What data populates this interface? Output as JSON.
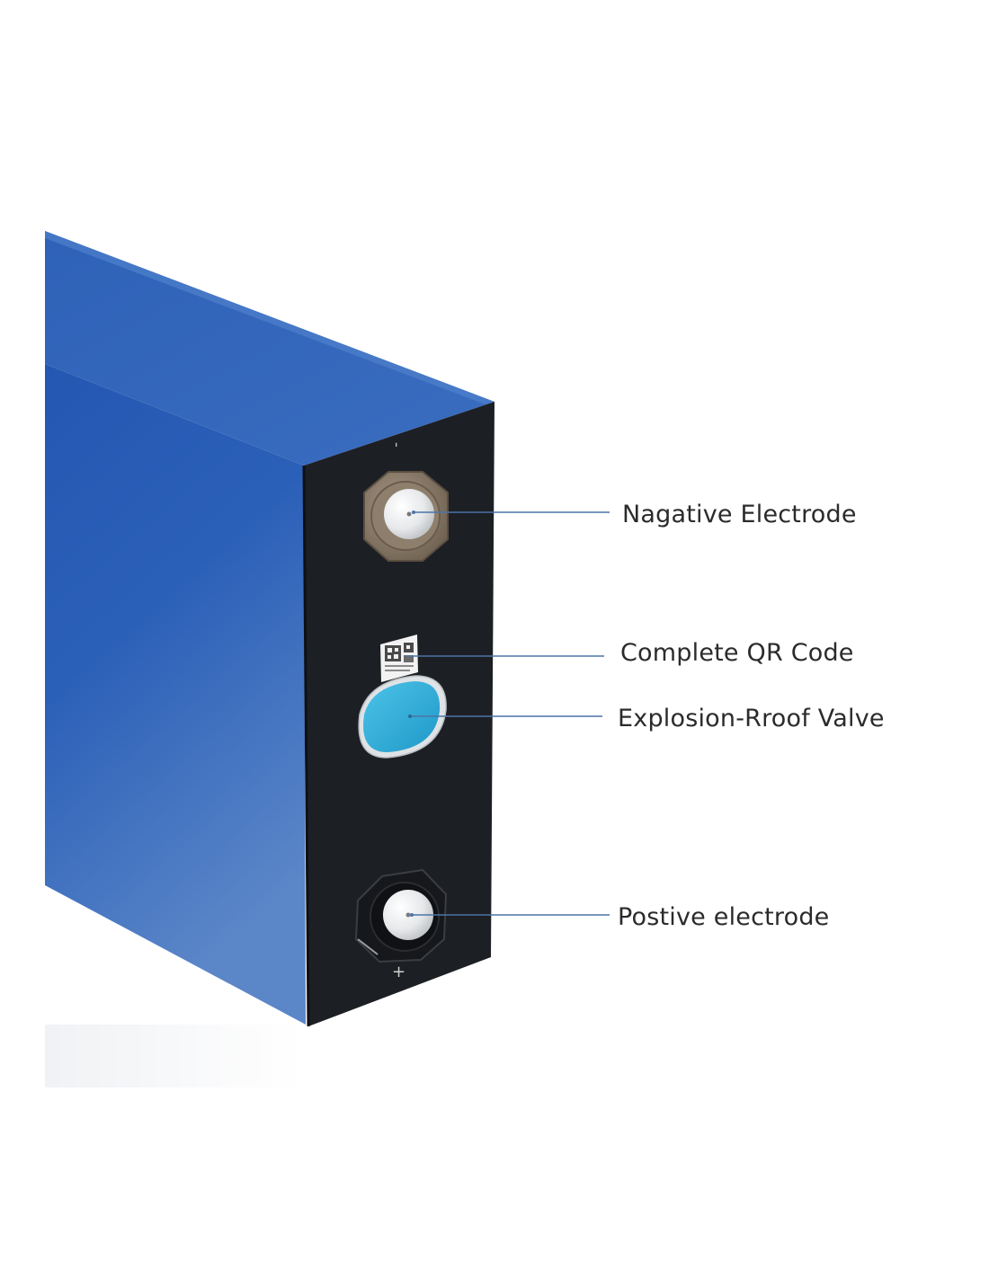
{
  "callouts": {
    "negative_electrode": "Nagative Electrode",
    "qr_code": "Complete QR Code",
    "explosion_valve": "Explosion-Rroof Valve",
    "positive_electrode": "Postive electrode"
  },
  "terminal_marks": {
    "negative": "-",
    "positive": "+"
  },
  "colors": {
    "casing_blue": "#2c5fb5",
    "end_cap": "#1c1f24",
    "valve": "#36b2dc",
    "leader_line": "#4d74a8",
    "label_text": "#2b2b2b",
    "negative_terminal": "#8a7a68",
    "positive_terminal": "#16181b"
  }
}
